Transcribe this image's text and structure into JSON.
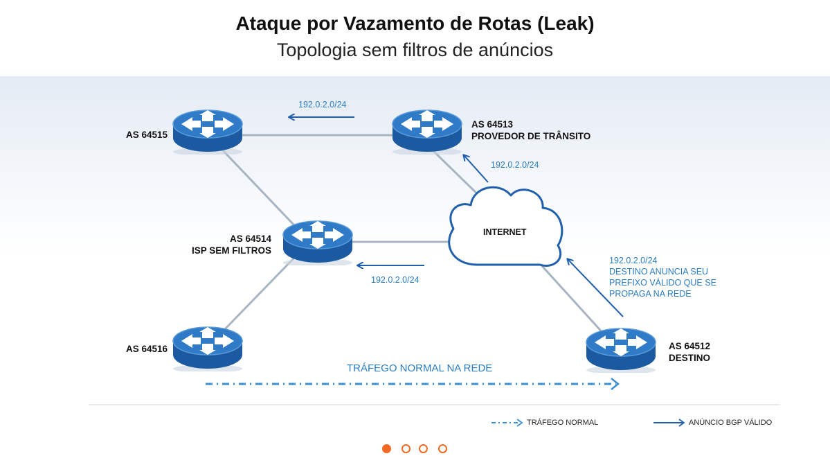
{
  "header": {
    "title": "Ataque por Vazamento de Rotas (Leak)",
    "subtitle": "Topologia sem filtros de anúncios"
  },
  "nodes": {
    "as64515": {
      "label": "AS 64515"
    },
    "as64513": {
      "label_line1": "AS 64513",
      "label_line2": "PROVEDOR DE TRÂNSITO"
    },
    "as64514": {
      "label_line1": "AS 64514",
      "label_line2": "ISP SEM FILTROS"
    },
    "as64516": {
      "label": "AS 64516"
    },
    "as64512": {
      "label_line1": "AS 64512",
      "label_line2": "DESTINO"
    },
    "internet": {
      "label": "INTERNET"
    }
  },
  "announcements": {
    "top": "192.0.2.0/24",
    "to_transit": "192.0.2.0/24",
    "to_isp": "192.0.2.0/24",
    "destination_prefix": "192.0.2.0/24",
    "destination_desc_1": "DESTINO ANUNCIA SEU",
    "destination_desc_2": "PREFIXO VÁLIDO QUE SE",
    "destination_desc_3": "PROPAGA NA REDE"
  },
  "traffic": {
    "label": "TRÁFEGO NORMAL NA REDE"
  },
  "legend": {
    "normal_traffic": "TRÁFEGO NORMAL",
    "valid_bgp": "ANÚNCIO BGP VÁLIDO"
  },
  "pagination": {
    "total": 4,
    "active_index": 0
  },
  "colors": {
    "router_dark": "#1b5aa0",
    "router_top": "#2f7bc8",
    "link_gray": "#a9b4c2",
    "announce_blue": "#1f5fae",
    "traffic_blue": "#3a8fd2",
    "accent_orange": "#f06a24"
  }
}
